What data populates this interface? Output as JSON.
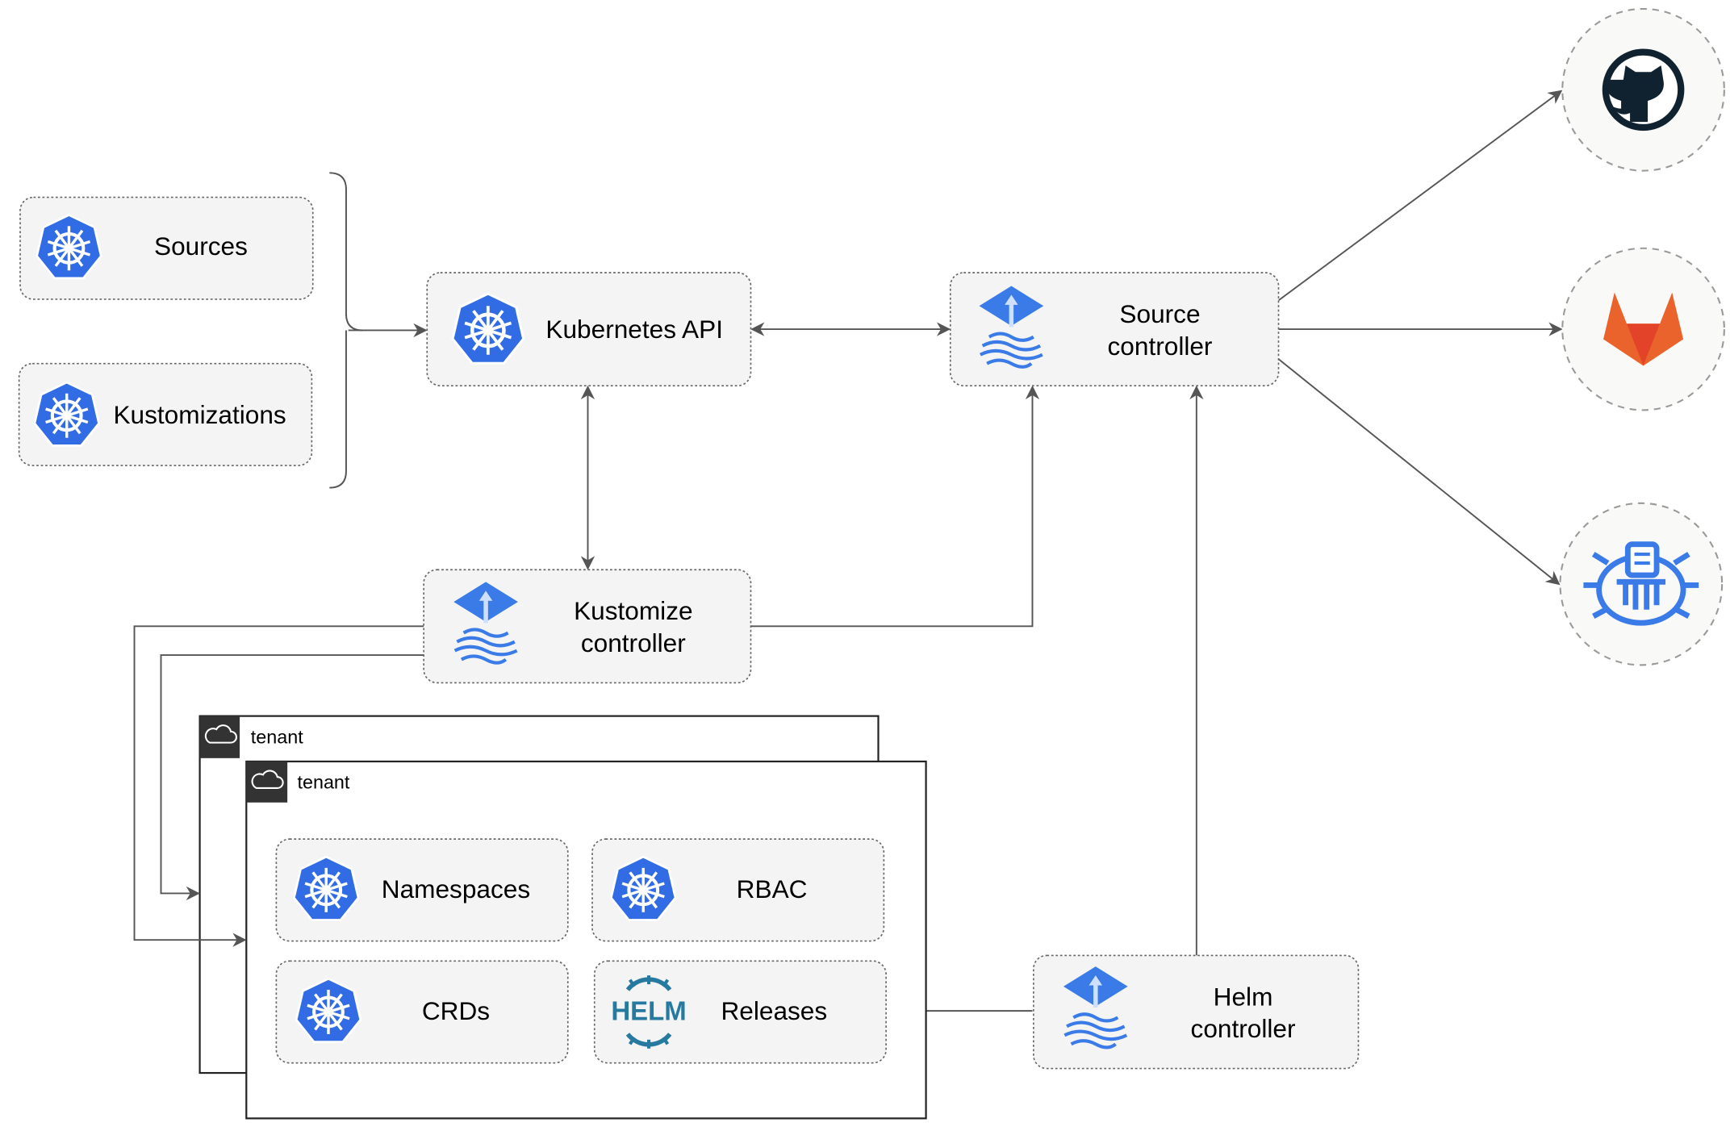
{
  "nodes": {
    "sources": "Sources",
    "kustomizations": "Kustomizations",
    "kubernetes_api": "Kubernetes API",
    "source_controller": [
      "Source",
      "controller"
    ],
    "kustomize_controller": [
      "Kustomize",
      "controller"
    ],
    "helm_controller": [
      "Helm",
      "controller"
    ],
    "namespaces": "Namespaces",
    "rbac": "RBAC",
    "crds": "CRDs",
    "releases": "Releases"
  },
  "tenants": [
    "tenant",
    "tenant"
  ],
  "logos": {
    "helm_text": "HELM",
    "external": [
      "github-icon",
      "gitlab-icon",
      "chartmuseum-icon"
    ]
  },
  "colors": {
    "k8s_blue": "#326ce5",
    "flux_blue": "#3b7be8",
    "helm_teal": "#277a9f",
    "github": "#10222f",
    "gitlab_orange": "#e8572b",
    "gitlab_yellow": "#f9a234"
  }
}
